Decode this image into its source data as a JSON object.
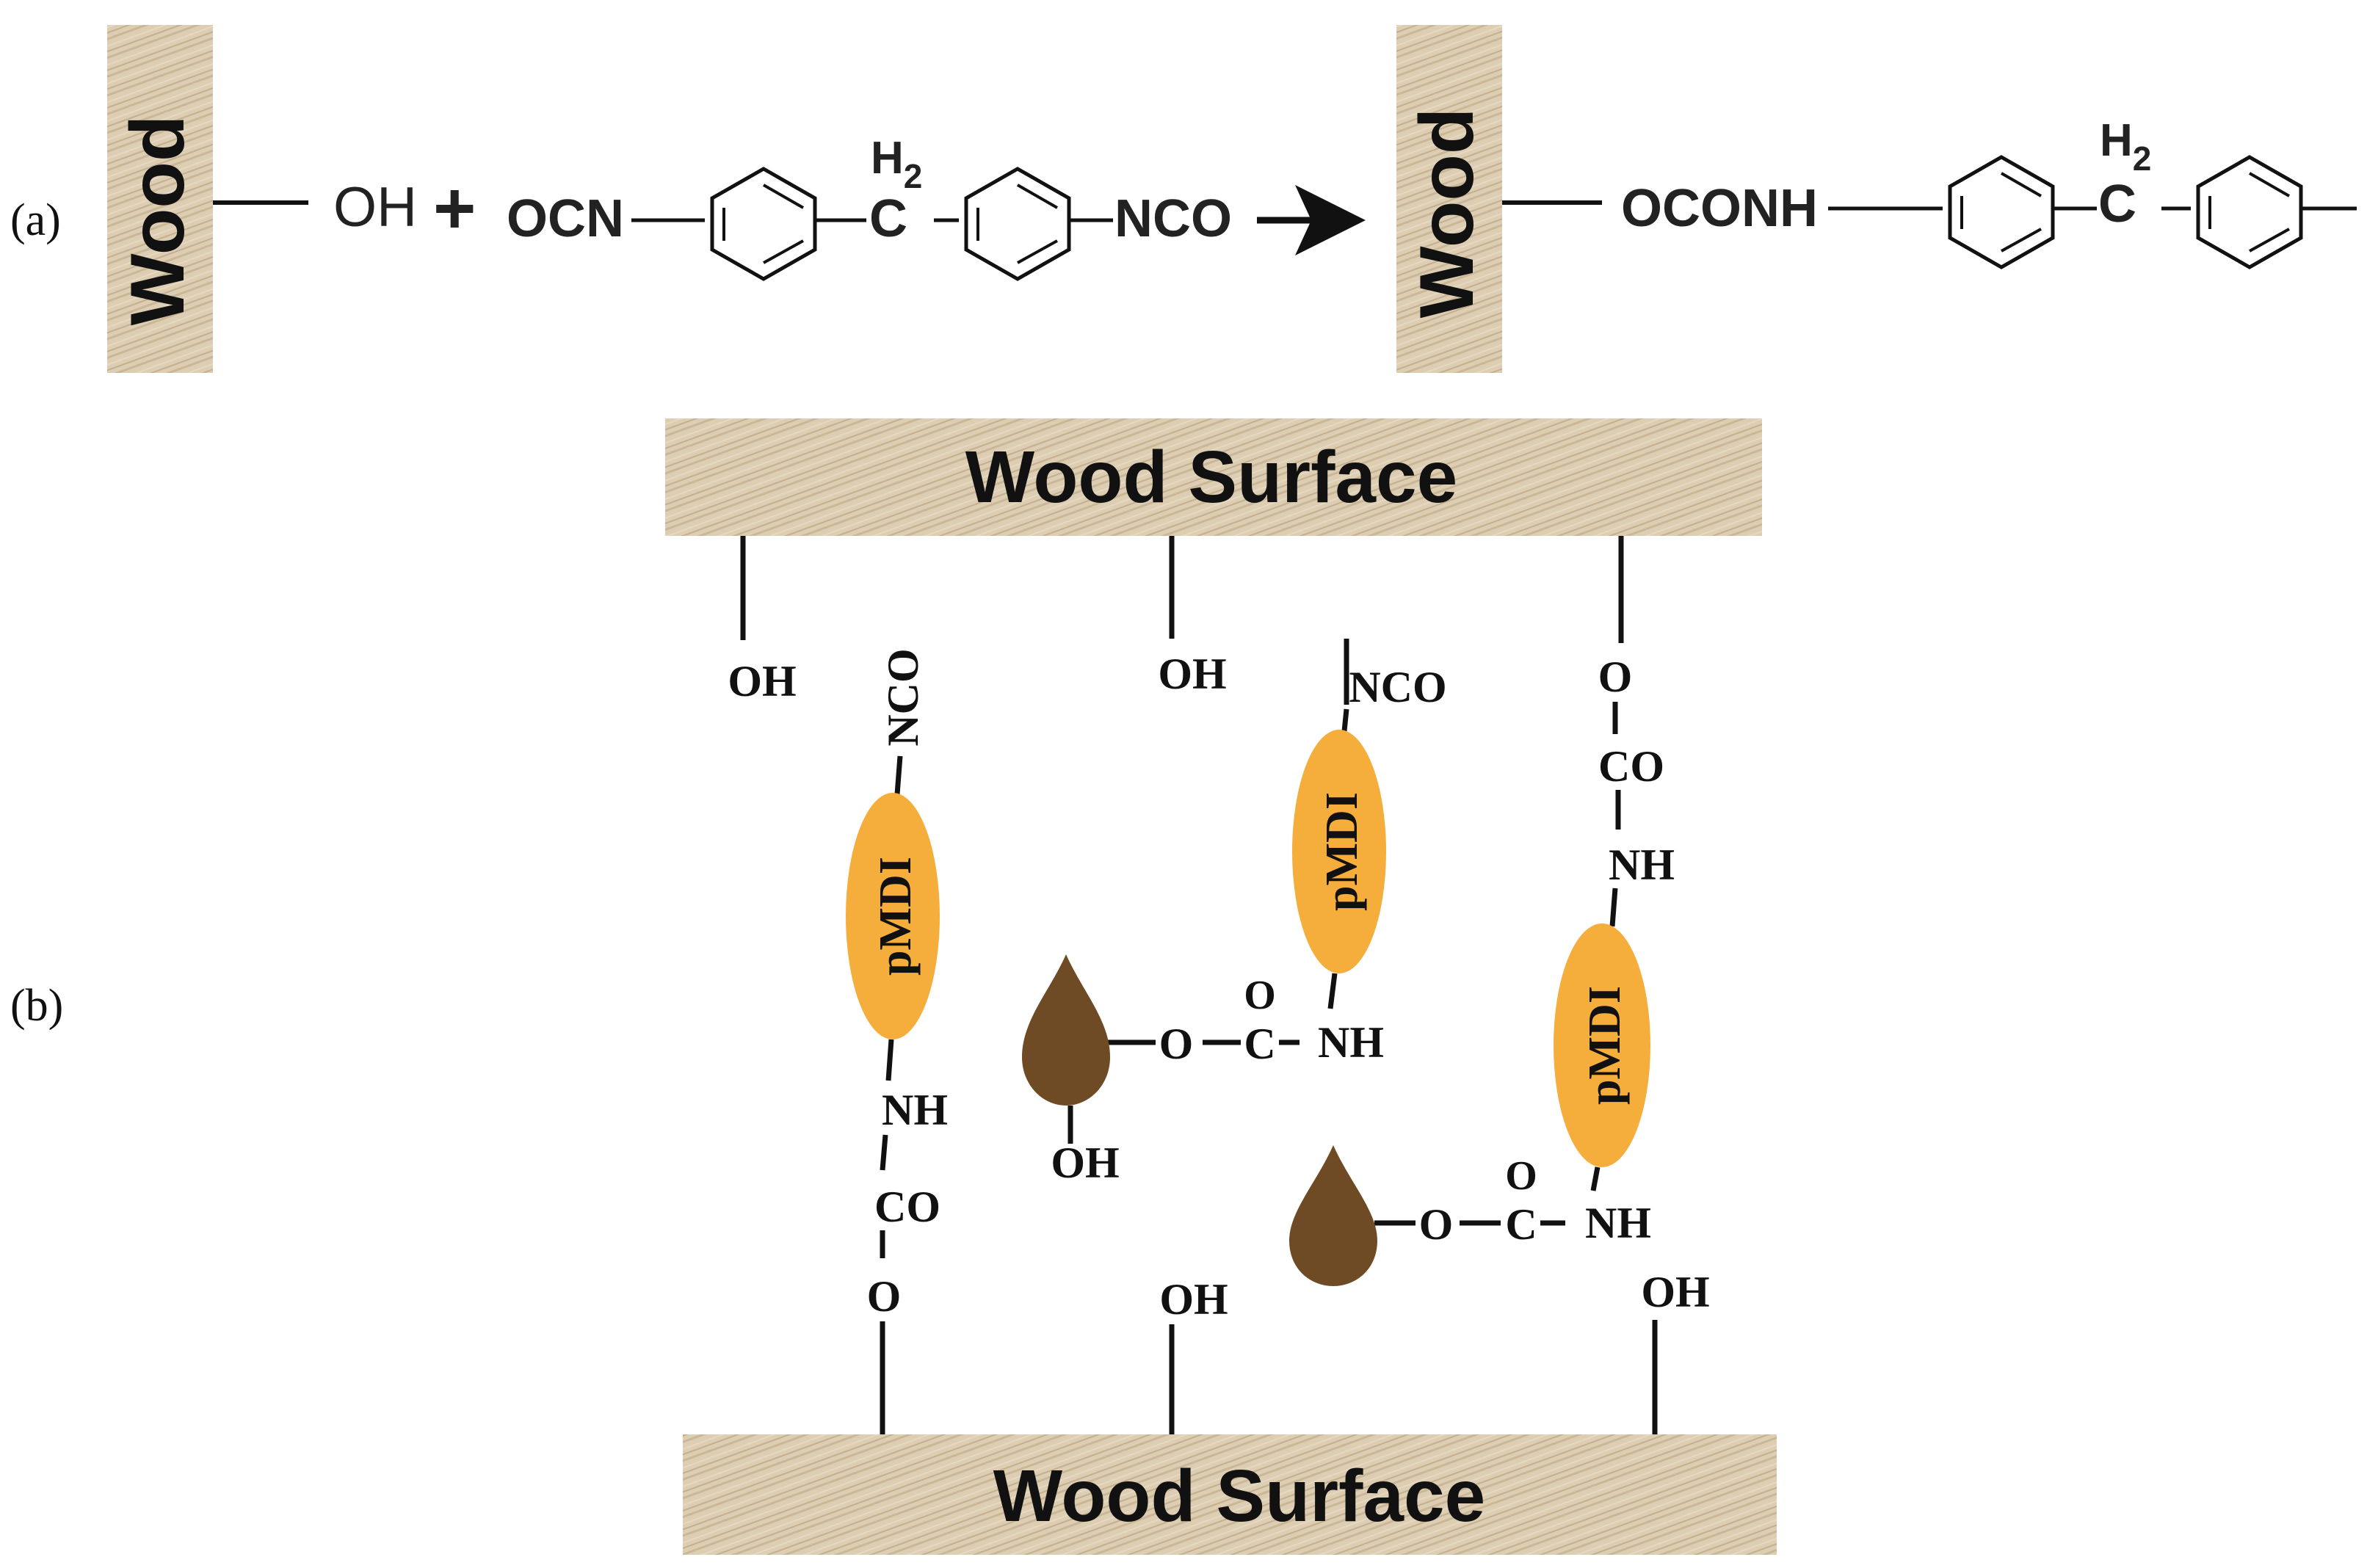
{
  "panel_a": {
    "label": "(a)",
    "wood": "Wood",
    "oh": "OH",
    "plus": "+",
    "ocn": "OCN",
    "h2": "H",
    "h2_sub": "2",
    "c": "C",
    "nco": "NCO",
    "product_wood": "Wood",
    "oconh": "OCONH",
    "product_h2": "H",
    "product_h2_sub": "2",
    "product_c": "C"
  },
  "panel_b": {
    "label": "(b)",
    "wood_top": "Wood Surface",
    "wood_bottom": "Wood Surface",
    "top_left_oh": "OH",
    "top_mid_oh": "OH",
    "pmdi_left": "pMDI",
    "pmdi_left_nco": "NCO",
    "pmdi_left_nh": "NH",
    "pmdi_left_co": "CO",
    "pmdi_left_o": "O",
    "pmdi_mid": "pMDI",
    "pmdi_mid_nco": "NCO",
    "pmdi_mid_o": "O",
    "pmdi_mid_nh": "NH",
    "pmdi_mid_c": "C",
    "drop1_o": "O",
    "drop1_oh": "OH",
    "pmdi_right": "pMDI",
    "pmdi_right_o": "O",
    "pmdi_right_co": "CO",
    "pmdi_right_nh": "NH",
    "pmdi_right_o2": "O",
    "pmdi_right_c": "C",
    "pmdi_right_nh2": "NH",
    "drop2_o": "O",
    "bottom_mid_oh": "OH",
    "bottom_right_oh": "OH"
  },
  "colors": {
    "wood": "#dccdb3",
    "wood_grain": "#c9b693",
    "pmdi": "#f5ad3c",
    "droplet": "#6e4a25",
    "ink": "#111111"
  }
}
